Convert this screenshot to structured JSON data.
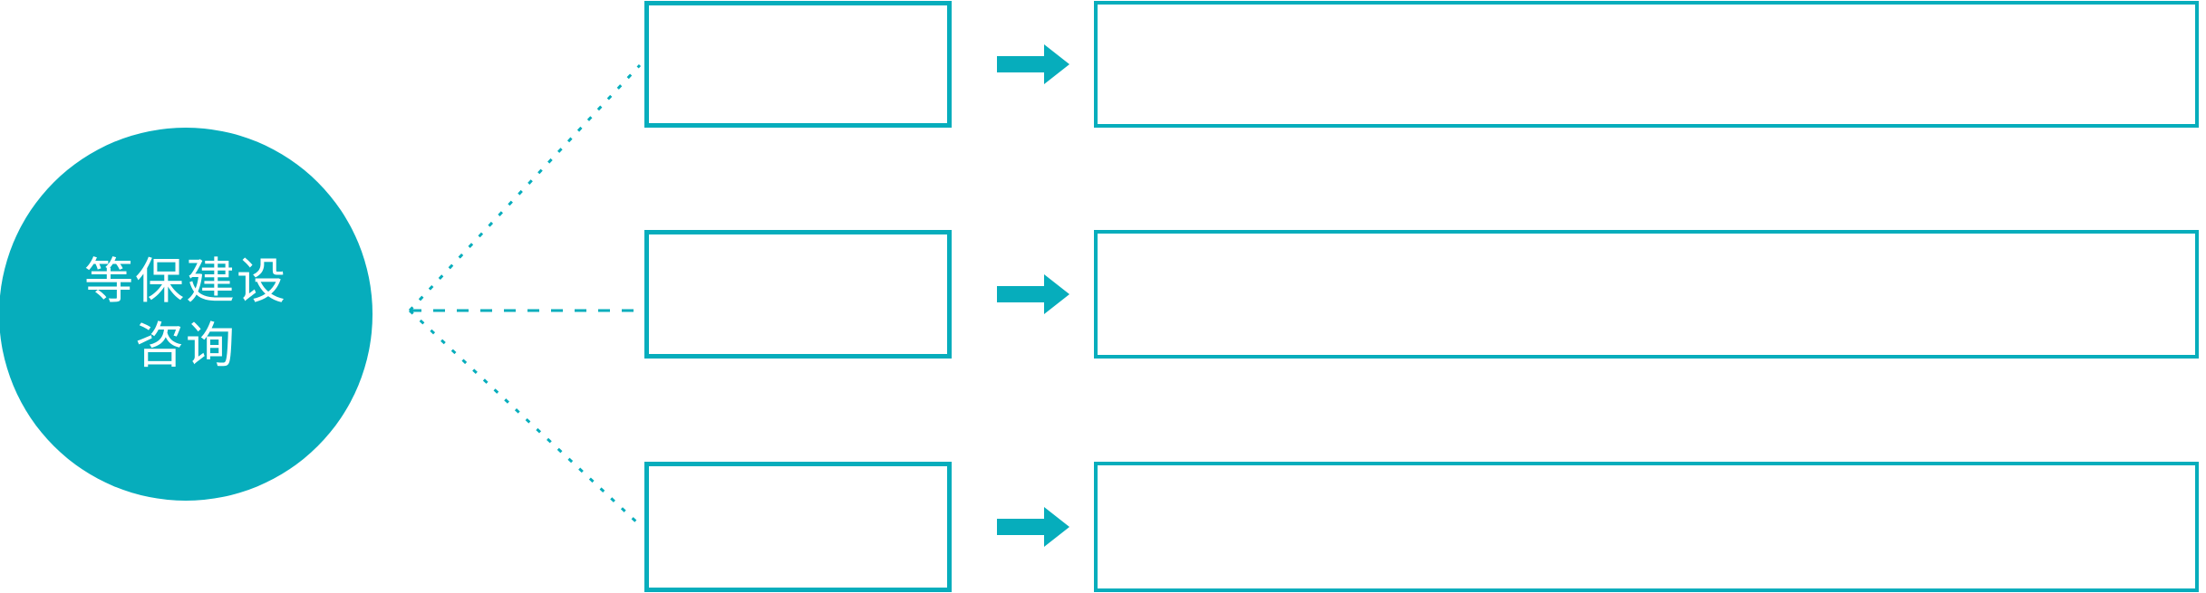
{
  "diagram": {
    "title_lines": [
      "等保建设",
      "咨询"
    ],
    "accent_color": "#06adbc",
    "background_color": "#ffffff",
    "connector_style": "dotted",
    "hub": {
      "shape": "circle",
      "label_line_1": "等保建设",
      "label_line_2": "咨询",
      "text_color": "#ffffff",
      "fill_color": "#06adbc"
    },
    "arrow_icon_name": "right-arrow-icon",
    "rows": [
      {
        "id": "row-1",
        "small_box_text": "",
        "large_box_text": "",
        "arrow_label": ""
      },
      {
        "id": "row-2",
        "small_box_text": "",
        "large_box_text": "",
        "arrow_label": ""
      },
      {
        "id": "row-3",
        "small_box_text": "",
        "large_box_text": "",
        "arrow_label": ""
      }
    ]
  }
}
